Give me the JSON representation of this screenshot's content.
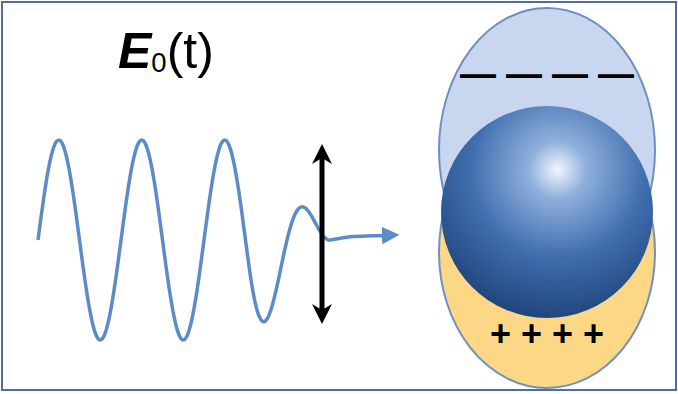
{
  "diagram": {
    "labels": [
      "E0(t)",
      "— — — —",
      "+ + + +"
    ]
  }
}
